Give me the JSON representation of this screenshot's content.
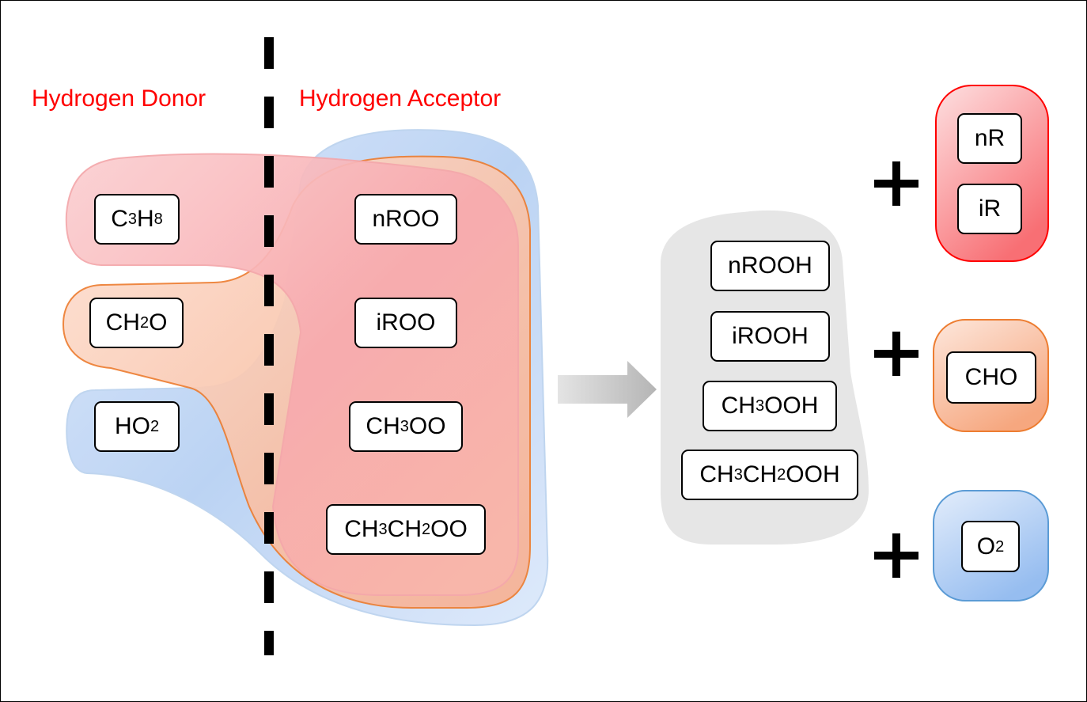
{
  "labels": {
    "donor": "Hydrogen Donor",
    "acceptor": "Hydrogen Acceptor"
  },
  "donors": [
    {
      "id": "c3h8",
      "parts": [
        "C",
        "3",
        "H",
        "8"
      ]
    },
    {
      "id": "ch2o",
      "parts": [
        "CH",
        "2",
        "O"
      ]
    },
    {
      "id": "ho2",
      "parts": [
        "HO",
        "2"
      ]
    }
  ],
  "acceptors": [
    {
      "id": "nroo",
      "parts": [
        "nROO"
      ]
    },
    {
      "id": "iroo",
      "parts": [
        "iROO"
      ]
    },
    {
      "id": "ch3oo",
      "parts": [
        "CH",
        "3",
        "OO"
      ]
    },
    {
      "id": "ch3ch2oo",
      "parts": [
        "CH",
        "3",
        "CH",
        "2",
        "OO"
      ]
    }
  ],
  "products": [
    {
      "id": "nrooh",
      "parts": [
        "nROOH"
      ]
    },
    {
      "id": "irooh",
      "parts": [
        "iROOH"
      ]
    },
    {
      "id": "ch3ooh",
      "parts": [
        "CH",
        "3",
        "OOH"
      ]
    },
    {
      "id": "ch3ch2ooh",
      "parts": [
        "CH",
        "3",
        "CH",
        "2",
        "OOH"
      ]
    }
  ],
  "coproducts": {
    "radicals": [
      {
        "id": "nr",
        "parts": [
          "nR"
        ]
      },
      {
        "id": "ir",
        "parts": [
          "iR"
        ]
      }
    ],
    "cho": {
      "id": "cho",
      "parts": [
        "CHO"
      ]
    },
    "o2": {
      "id": "o2",
      "parts": [
        "O",
        "2"
      ]
    }
  },
  "colors": {
    "heading": "#ff0000",
    "red_region": "#f8a3a8",
    "red_border": "#ff0000",
    "orange_region": "#f9b899",
    "orange_border": "#ed7d31",
    "blue_region": "#a9c8f0",
    "blue_border": "#5b9bd5",
    "gray_region": "#e6e6e6",
    "arrow": "#c8c8c8"
  }
}
